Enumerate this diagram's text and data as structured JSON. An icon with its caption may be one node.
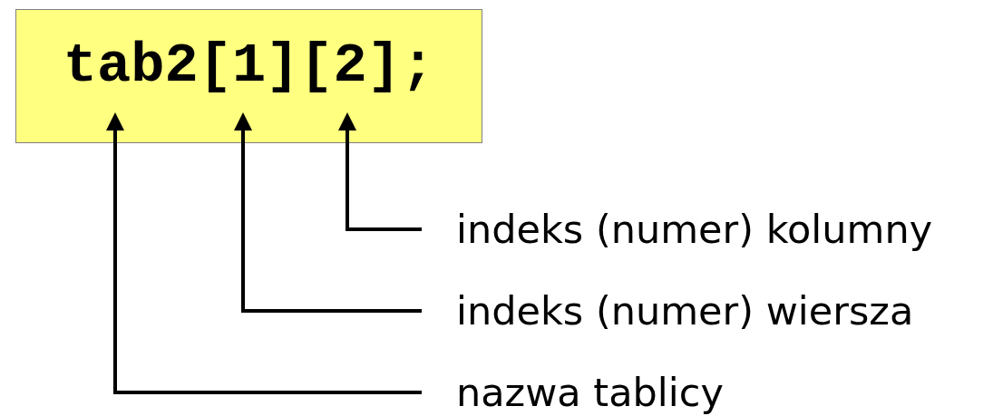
{
  "diagram": {
    "nodes": [
      {
        "text": [
          "tab2[1][2];"
        ]
      },
      {
        "text": [
          "indeks (numer) kolumny"
        ]
      },
      {
        "text": [
          "indeks (numer) wiersza"
        ]
      },
      {
        "text": [
          "nazwa tablicy"
        ]
      }
    ],
    "edges": [
      {
        "from": 1,
        "to": 0,
        "arrow": "to"
      },
      {
        "from": 2,
        "to": 0,
        "arrow": "to"
      },
      {
        "from": 3,
        "to": 0,
        "arrow": "to"
      }
    ]
  }
}
